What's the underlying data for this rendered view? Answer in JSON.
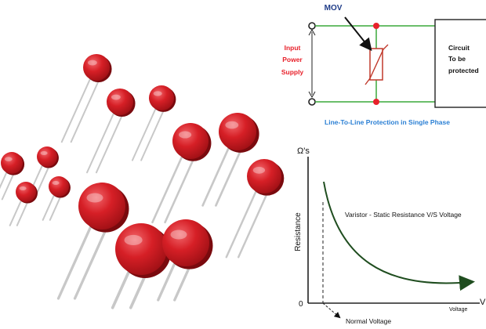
{
  "photo": {
    "subject": "varistors",
    "body_color": "#d61f26",
    "lead_color": "#c8c8c8"
  },
  "schematic": {
    "component_label": "MOV",
    "input_label_line1": "Input",
    "input_label_line2": "Power",
    "input_label_line3": "Supply",
    "load_label_line1": "Circuit",
    "load_label_line2": "To be",
    "load_label_line3": "protected",
    "caption": "Line-To-Line Protection in Single Phase",
    "wire_color": "#3aa83a",
    "node_color": "#e8212b",
    "input_label_color": "#e8212b",
    "component_label_color": "#1f3c88",
    "caption_color": "#2a7fd4"
  },
  "graph": {
    "y_axis_unit": "Ω's",
    "y_axis_label": "Resistance",
    "x_axis_label": "Voltage",
    "x_axis_end_label": "V",
    "origin_label": "0",
    "annotation": "Varistor - Static Resistance V/S Voltage",
    "marker_label": "Normal Voltage",
    "curve_color": "#1f4d1f"
  }
}
